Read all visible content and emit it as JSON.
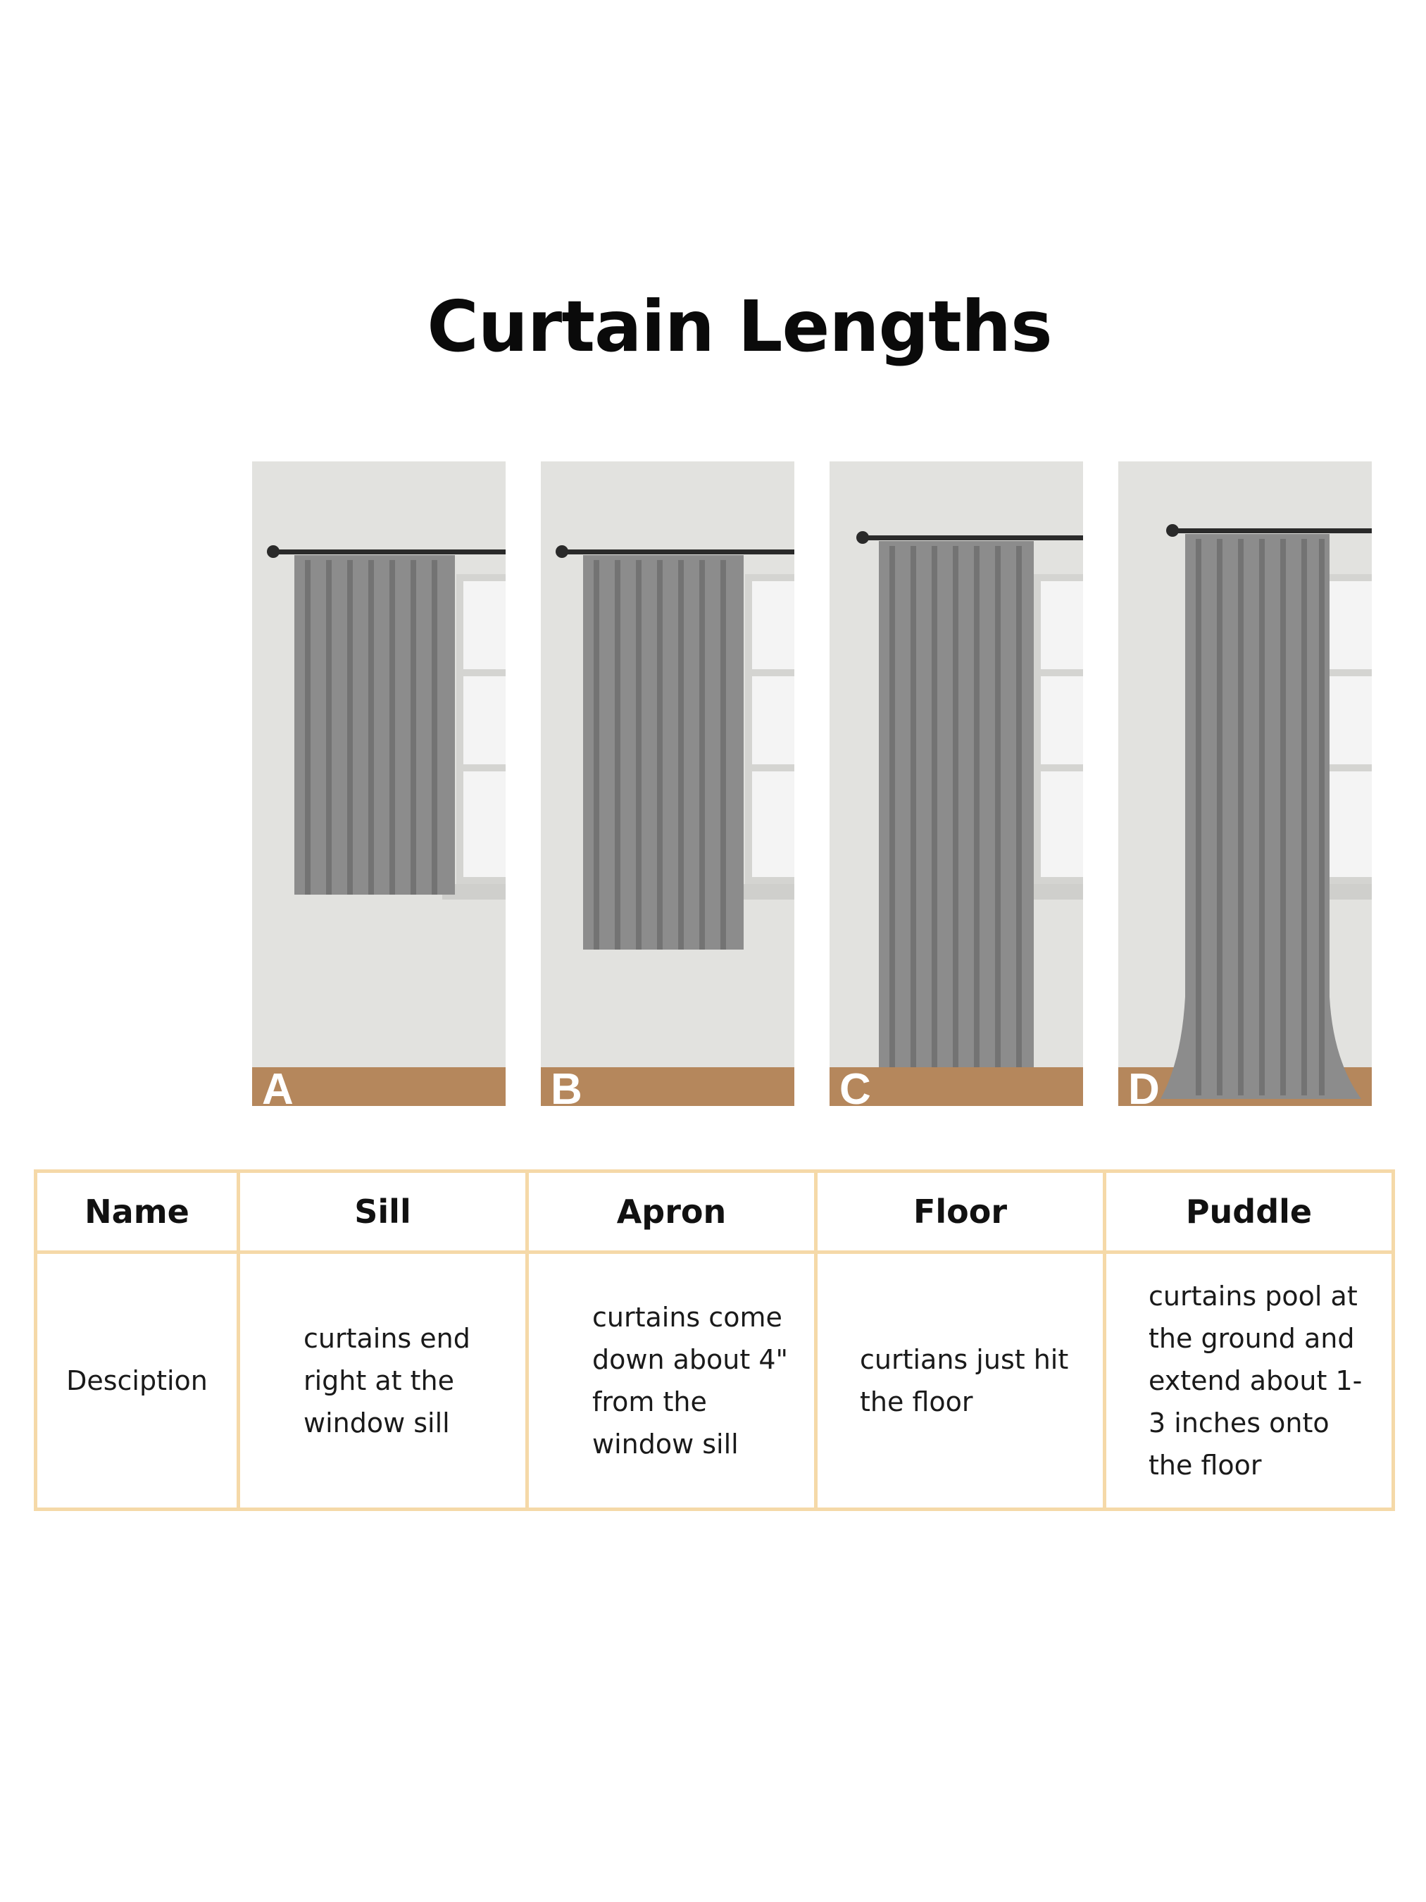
{
  "title": "Curtain Lengths",
  "panels": [
    {
      "label": "A",
      "style": "sill"
    },
    {
      "label": "B",
      "style": "apron"
    },
    {
      "label": "C",
      "style": "floor"
    },
    {
      "label": "D",
      "style": "puddle"
    }
  ],
  "colors": {
    "floor": "#b5875c",
    "curtain": "#8a8a8a",
    "table_border": "#f5d9a8",
    "wall": "#e2e2df"
  },
  "table": {
    "headers": [
      "Name",
      "Sill",
      "Apron",
      "Floor",
      "Puddle"
    ],
    "row_label": "Desciption",
    "descriptions": [
      "curtains end right at the window sill",
      "curtains come down about 4\" from the window sill",
      "curtians just hit the floor",
      "curtains pool at the ground and extend about 1-3 inches onto the floor"
    ]
  }
}
